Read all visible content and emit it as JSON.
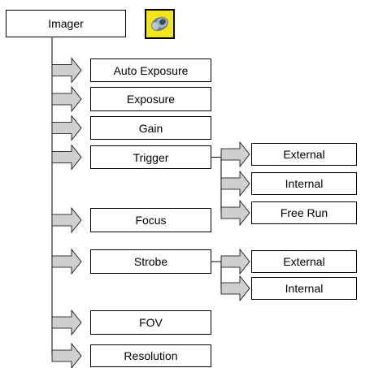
{
  "root": {
    "label": "Imager",
    "icon": "camera-lens-icon",
    "icon_bg": "#f2e61a"
  },
  "items": [
    {
      "key": "auto-exposure",
      "label": "Auto Exposure"
    },
    {
      "key": "exposure",
      "label": "Exposure"
    },
    {
      "key": "gain",
      "label": "Gain"
    },
    {
      "key": "trigger",
      "label": "Trigger",
      "children": [
        {
          "key": "trigger-external",
          "label": "External"
        },
        {
          "key": "trigger-internal",
          "label": "Internal"
        },
        {
          "key": "trigger-free-run",
          "label": "Free Run"
        }
      ]
    },
    {
      "key": "focus",
      "label": "Focus"
    },
    {
      "key": "strobe",
      "label": "Strobe",
      "children": [
        {
          "key": "strobe-external",
          "label": "External"
        },
        {
          "key": "strobe-internal",
          "label": "Internal"
        }
      ]
    },
    {
      "key": "fov",
      "label": "FOV"
    },
    {
      "key": "resolution",
      "label": "Resolution"
    }
  ],
  "colors": {
    "arrow_fill": "#cfcfcf",
    "line": "#000000"
  }
}
